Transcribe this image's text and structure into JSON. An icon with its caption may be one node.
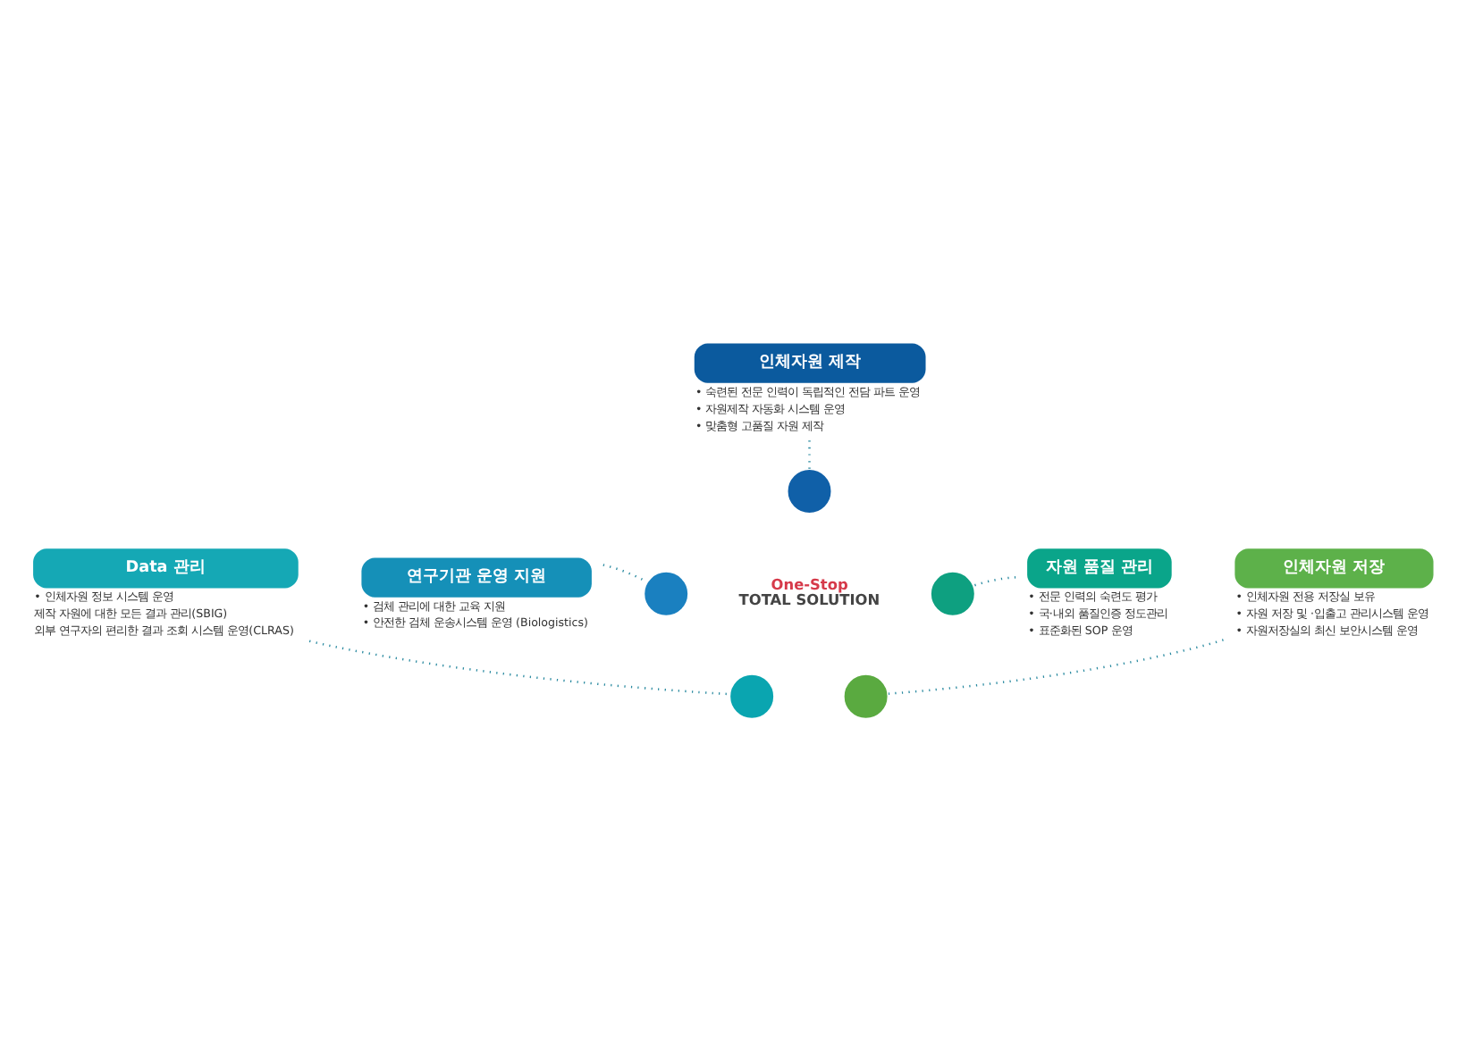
{
  "diagram": {
    "nodes": [
      {
        "text": [
          "인체자원 제작"
        ],
        "beside": [
          "• 숙련된 전문 인력이 독립적인 전담 파트 운영",
          "• 자원제작 자동화 시스템 운영",
          "• 맞춤형 고품질 자원 제작"
        ]
      },
      {
        "text": [
          "연구기관 운영 지원"
        ],
        "beside": [
          "• 검체 관리에 대한 교육 지원",
          "• 안전한 검체 운송시스템 운영 (Biologistics)"
        ]
      },
      {
        "text": [
          "자원 품질 관리"
        ],
        "beside": [
          "• 전문 인력의 숙련도 평가",
          "• 국·내외 품질인증 정도관리",
          "• 표준화된 SOP 운영"
        ]
      },
      {
        "text": [
          "One-Stop",
          "TOTAL SOLUTION"
        ]
      },
      {
        "text": [
          "Data 관리"
        ],
        "beside": [
          "• 인체자원 정보 시스템 운영",
          "제작 자원에 대한 모든 결과 관리(SBIG)",
          "외부 연구자의 편리한 결과 조회 시스템 운영(CLRAS)"
        ]
      },
      {
        "text": [
          "인체자원 저장"
        ],
        "beside": [
          "• 인체자원 전용 저장실 보유",
          "• 자원 저장 및 ·입출고 관리시스템 운영",
          "• 자원저장실의 최신 보안시스템 운영"
        ]
      },
      {
        "text": [],
        "shape": "circle"
      },
      {
        "text": [],
        "shape": "circle"
      },
      {
        "text": [],
        "shape": "circle"
      },
      {
        "text": [],
        "shape": "circle"
      },
      {
        "text": [],
        "shape": "circle"
      }
    ],
    "edges": [
      {
        "from": 0,
        "to": 6,
        "arrow": "none",
        "style": "dashed"
      },
      {
        "from": 1,
        "to": 7,
        "arrow": "none",
        "style": "dashed"
      },
      {
        "from": 2,
        "to": 8,
        "arrow": "none",
        "style": "dashed"
      },
      {
        "from": 4,
        "to": 9,
        "arrow": "none",
        "style": "dashed"
      },
      {
        "from": 5,
        "to": 10,
        "arrow": "none",
        "style": "dashed"
      }
    ]
  }
}
